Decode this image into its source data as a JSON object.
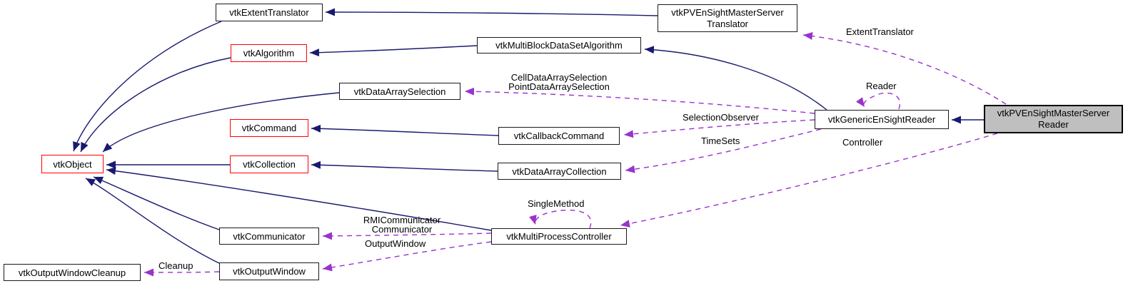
{
  "diagram": {
    "kind": "class collaboration graph",
    "colors": {
      "inheritance_edge": "#191970",
      "usage_edge": "#9a32cd",
      "node_border": "#1a1a1a",
      "truncated_node_border": "#ff0000",
      "current_node_fill": "#bfbfbf",
      "background": "#ffffff"
    },
    "nodes": {
      "extent_translator": {
        "label": "vtkExtentTranslator"
      },
      "algorithm": {
        "label": "vtkAlgorithm"
      },
      "pv_translator": {
        "line1": "vtkPVEnSightMasterServer",
        "line2": "Translator"
      },
      "mbds_algorithm": {
        "label": "vtkMultiBlockDataSetAlgorithm"
      },
      "data_array_selection": {
        "label": "vtkDataArraySelection"
      },
      "command": {
        "label": "vtkCommand"
      },
      "object": {
        "label": "vtkObject"
      },
      "collection": {
        "label": "vtkCollection"
      },
      "callback_command": {
        "label": "vtkCallbackCommand"
      },
      "data_array_collection": {
        "label": "vtkDataArrayCollection"
      },
      "generic_reader": {
        "label": "vtkGenericEnSightReader"
      },
      "pv_reader": {
        "line1": "vtkPVEnSightMasterServer",
        "line2": "Reader"
      },
      "communicator": {
        "label": "vtkCommunicator"
      },
      "multi_process_controller": {
        "label": "vtkMultiProcessController"
      },
      "output_window": {
        "label": "vtkOutputWindow"
      },
      "output_window_cleanup": {
        "label": "vtkOutputWindowCleanup"
      }
    },
    "edge_labels": {
      "extent_translator": "ExtentTranslator",
      "reader": "Reader",
      "cell_data_array_selection": "CellDataArraySelection",
      "point_data_array_selection": "PointDataArraySelection",
      "selection_observer": "SelectionObserver",
      "timesets": "TimeSets",
      "controller": "Controller",
      "single_method": "SingleMethod",
      "rmi_communicator": "RMICommunicator",
      "communicator": "Communicator",
      "output_window": "OutputWindow",
      "cleanup": "Cleanup"
    },
    "edges": [
      {
        "from": "pv_translator",
        "to": "extent_translator",
        "type": "inheritance"
      },
      {
        "from": "extent_translator",
        "to": "object",
        "type": "inheritance"
      },
      {
        "from": "mbds_algorithm",
        "to": "algorithm",
        "type": "inheritance"
      },
      {
        "from": "algorithm",
        "to": "object",
        "type": "inheritance"
      },
      {
        "from": "generic_reader",
        "to": "mbds_algorithm",
        "type": "inheritance"
      },
      {
        "from": "data_array_selection",
        "to": "object",
        "type": "inheritance"
      },
      {
        "from": "callback_command",
        "to": "command",
        "type": "inheritance"
      },
      {
        "from": "collection",
        "to": "object",
        "type": "inheritance"
      },
      {
        "from": "data_array_collection",
        "to": "collection",
        "type": "inheritance"
      },
      {
        "from": "multi_process_controller",
        "to": "object",
        "type": "inheritance"
      },
      {
        "from": "communicator",
        "to": "object",
        "type": "inheritance"
      },
      {
        "from": "output_window",
        "to": "object",
        "type": "inheritance"
      },
      {
        "from": "pv_reader",
        "to": "generic_reader",
        "type": "inheritance"
      },
      {
        "from": "pv_reader",
        "to": "pv_translator",
        "type": "usage",
        "label": "ExtentTranslator"
      },
      {
        "from": "generic_reader",
        "to": "generic_reader",
        "type": "usage",
        "label": "Reader"
      },
      {
        "from": "generic_reader",
        "to": "data_array_selection",
        "type": "usage",
        "label": "CellDataArraySelection PointDataArraySelection"
      },
      {
        "from": "generic_reader",
        "to": "callback_command",
        "type": "usage",
        "label": "SelectionObserver"
      },
      {
        "from": "generic_reader",
        "to": "data_array_collection",
        "type": "usage",
        "label": "TimeSets"
      },
      {
        "from": "pv_reader",
        "to": "multi_process_controller",
        "type": "usage",
        "label": "Controller"
      },
      {
        "from": "multi_process_controller",
        "to": "multi_process_controller",
        "type": "usage",
        "label": "SingleMethod"
      },
      {
        "from": "multi_process_controller",
        "to": "communicator",
        "type": "usage",
        "label": "RMICommunicator Communicator"
      },
      {
        "from": "multi_process_controller",
        "to": "output_window",
        "type": "usage",
        "label": "OutputWindow"
      },
      {
        "from": "output_window",
        "to": "output_window_cleanup",
        "type": "usage",
        "label": "Cleanup"
      }
    ]
  }
}
